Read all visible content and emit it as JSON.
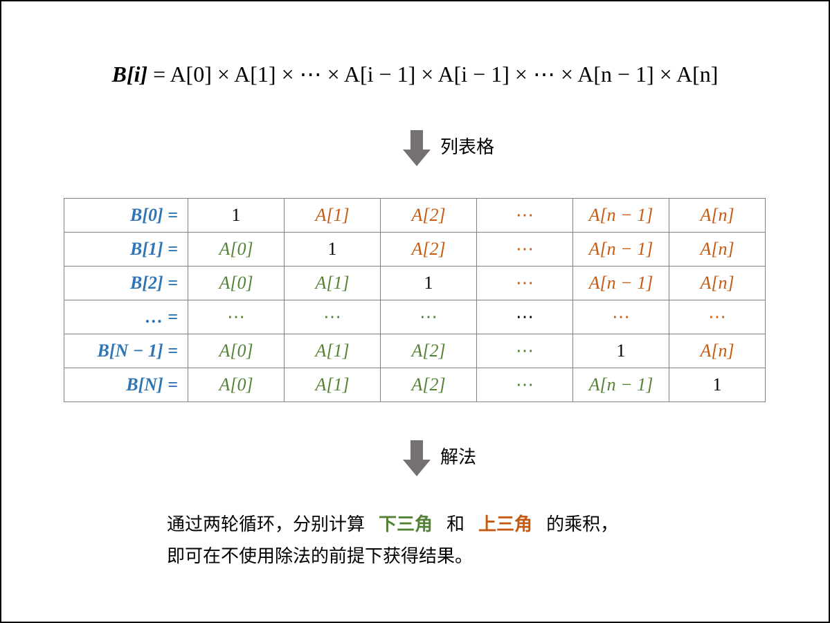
{
  "formula": {
    "lhs": "B[i]",
    "rhs": "= A[0] × A[1] × ⋯ × A[i − 1] × A[i − 1] × ⋯ × A[n − 1] × A[n]"
  },
  "arrow1": {
    "label": "列表格",
    "icon": "down-arrow-icon"
  },
  "arrow2": {
    "label": "解法",
    "icon": "down-arrow-icon"
  },
  "table": {
    "rows": [
      {
        "label": "B[0] =",
        "cells": [
          {
            "text": "1",
            "color": "black"
          },
          {
            "text": "A[1]",
            "color": "orange"
          },
          {
            "text": "A[2]",
            "color": "orange"
          },
          {
            "text": "⋯",
            "color": "orange"
          },
          {
            "text": "A[n − 1]",
            "color": "orange"
          },
          {
            "text": "A[n]",
            "color": "orange"
          }
        ]
      },
      {
        "label": "B[1] =",
        "cells": [
          {
            "text": "A[0]",
            "color": "green"
          },
          {
            "text": "1",
            "color": "black"
          },
          {
            "text": "A[2]",
            "color": "orange"
          },
          {
            "text": "⋯",
            "color": "orange"
          },
          {
            "text": "A[n − 1]",
            "color": "orange"
          },
          {
            "text": "A[n]",
            "color": "orange"
          }
        ]
      },
      {
        "label": "B[2] =",
        "cells": [
          {
            "text": "A[0]",
            "color": "green"
          },
          {
            "text": "A[1]",
            "color": "green"
          },
          {
            "text": "1",
            "color": "black"
          },
          {
            "text": "⋯",
            "color": "orange"
          },
          {
            "text": "A[n − 1]",
            "color": "orange"
          },
          {
            "text": "A[n]",
            "color": "orange"
          }
        ]
      },
      {
        "label": "… =",
        "cells": [
          {
            "text": "⋯",
            "color": "green"
          },
          {
            "text": "⋯",
            "color": "green"
          },
          {
            "text": "⋯",
            "color": "green"
          },
          {
            "text": "⋯",
            "color": "black"
          },
          {
            "text": "⋯",
            "color": "orange"
          },
          {
            "text": "⋯",
            "color": "orange"
          }
        ]
      },
      {
        "label": "B[N − 1] =",
        "cells": [
          {
            "text": "A[0]",
            "color": "green"
          },
          {
            "text": "A[1]",
            "color": "green"
          },
          {
            "text": "A[2]",
            "color": "green"
          },
          {
            "text": "⋯",
            "color": "green"
          },
          {
            "text": "1",
            "color": "black"
          },
          {
            "text": "A[n]",
            "color": "orange"
          }
        ]
      },
      {
        "label": "B[N] =",
        "cells": [
          {
            "text": "A[0]",
            "color": "green"
          },
          {
            "text": "A[1]",
            "color": "green"
          },
          {
            "text": "A[2]",
            "color": "green"
          },
          {
            "text": "⋯",
            "color": "green"
          },
          {
            "text": "A[n − 1]",
            "color": "green"
          },
          {
            "text": "1",
            "color": "black"
          }
        ]
      }
    ]
  },
  "explanation": {
    "part1": "通过两轮循环，分别计算",
    "lower": "下三角",
    "mid": "和",
    "upper": "上三角",
    "part2": "的乘积，",
    "line2": "即可在不使用除法的前提下获得结果。"
  },
  "colors": {
    "blue": "#2e75b6",
    "green": "#548235",
    "orange": "#c55a11",
    "arrow": "#767171"
  }
}
